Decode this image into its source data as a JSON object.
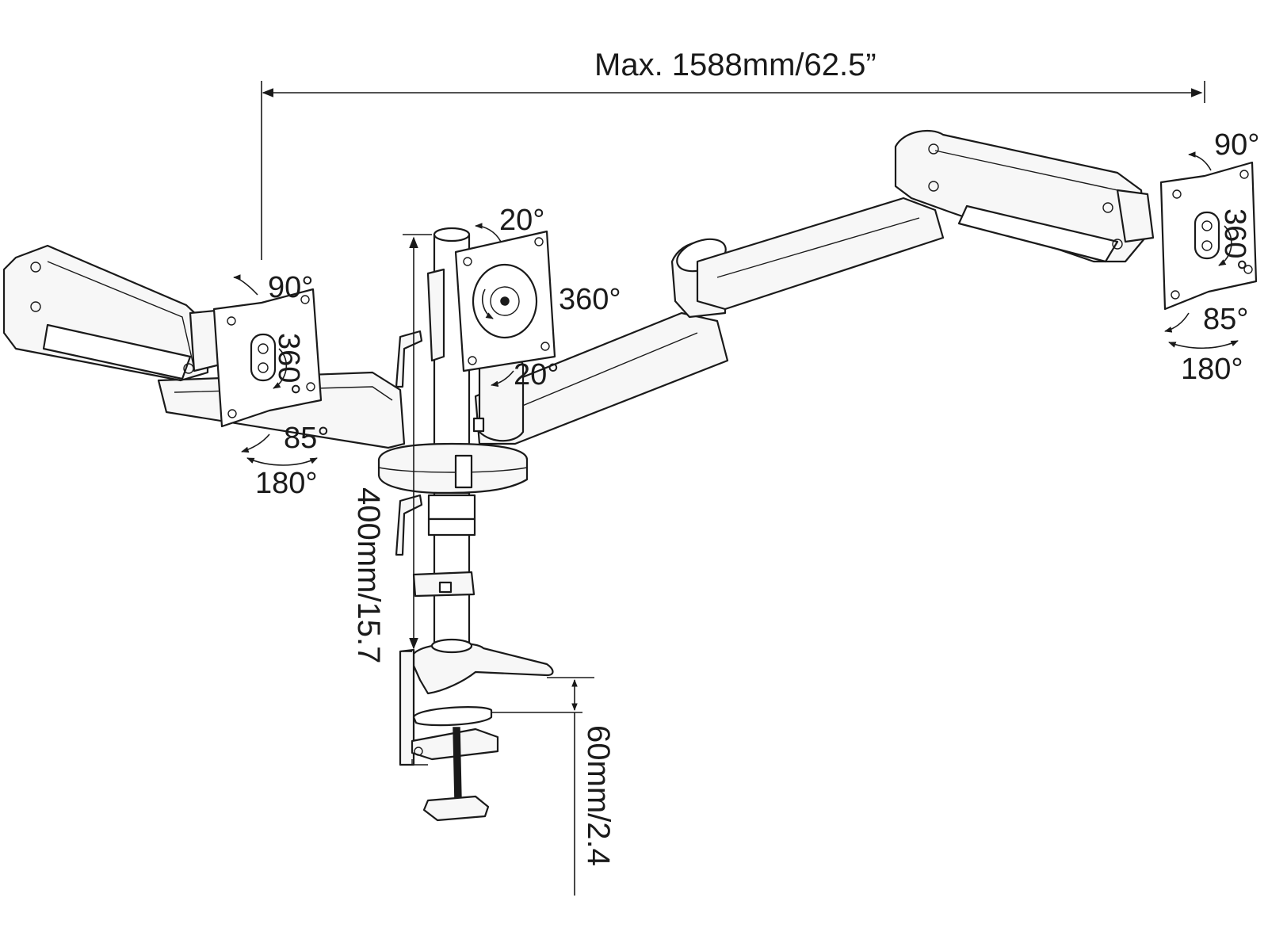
{
  "dimensions": {
    "max_width": "Max. 1588mm/62.5”",
    "pole_height": "400mm/15.7",
    "clamp_thickness": "60mm/2.4"
  },
  "left_head": {
    "tilt": "90°",
    "rotation": "360°",
    "swivel": "85°",
    "pan": "180°"
  },
  "center_head": {
    "tilt_top": "20°",
    "rotation": "360°",
    "tilt_bottom": "20°"
  },
  "right_head": {
    "tilt": "90°",
    "rotation": "360°",
    "swivel": "85°",
    "pan": "180°"
  },
  "colors": {
    "line": "#1a1a1a",
    "fill": "#f7f7f7",
    "background": "#ffffff"
  }
}
